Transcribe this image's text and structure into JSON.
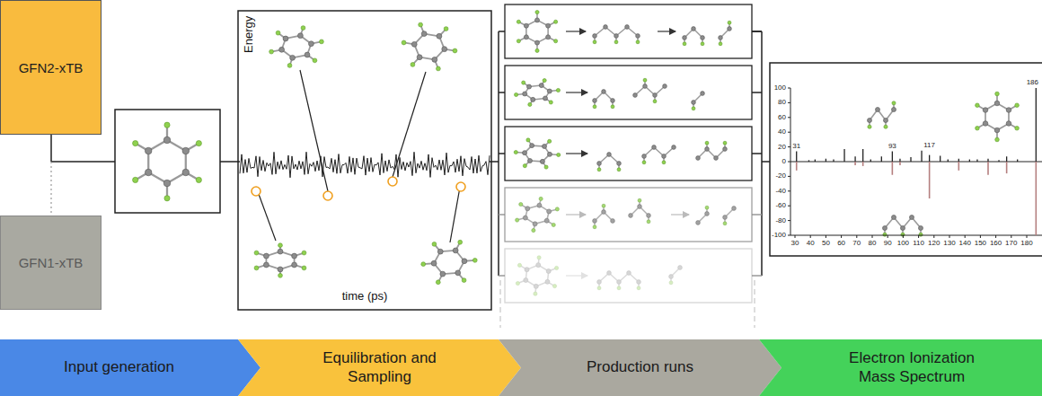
{
  "diagram": {
    "nodes": [
      {
        "text": [
          "GFN2-xTB"
        ]
      },
      {
        "text": [
          "GFN1-xTB"
        ]
      },
      {
        "text": [
          "Energy",
          "time (ps)"
        ]
      },
      {
        "text": [
          "Input generation"
        ]
      },
      {
        "text": [
          "Equilibration and Sampling"
        ]
      },
      {
        "text": [
          "Production runs"
        ]
      },
      {
        "text": [
          "Electron Ionization Mass Spectrum"
        ]
      }
    ],
    "labels": [
      "100",
      "80",
      "60",
      "40",
      "20",
      "0",
      "-20",
      "-40",
      "-60",
      "-80",
      "-100",
      "30",
      "40",
      "50",
      "60",
      "70",
      "80",
      "90",
      "100",
      "110",
      "120",
      "130",
      "140",
      "150",
      "160",
      "170",
      "180",
      "31",
      "93",
      "117",
      "186"
    ]
  }
}
